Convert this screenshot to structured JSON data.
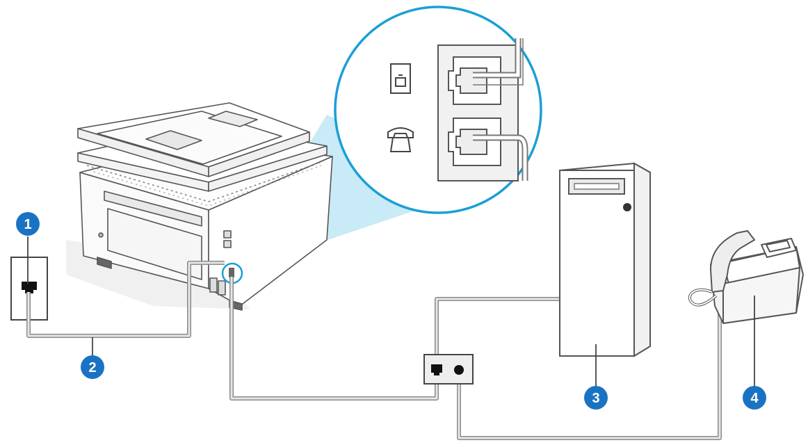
{
  "diagram": {
    "callouts": [
      {
        "label": "1",
        "target": "wall-phone-jack"
      },
      {
        "label": "2",
        "target": "phone-cord"
      },
      {
        "label": "3",
        "target": "computer"
      },
      {
        "label": "4",
        "target": "telephone"
      }
    ],
    "components": {
      "printer": "printer-with-adf",
      "wall_jack": "telephone-wall-jack",
      "splitter": "parallel-splitter",
      "computer": "desktop-tower-computer",
      "telephone": "desk-telephone",
      "inset": "printer-fax-ports-zoom"
    },
    "inset_icons": [
      "line-port-icon",
      "phone-port-icon"
    ],
    "colors": {
      "callout_fill": "#1a73c2",
      "callout_text": "#ffffff",
      "zoom_ring": "#1a9fd6",
      "zoom_beam": "#bfe6f6",
      "line": "#555555",
      "cable": "#9a9a9a"
    }
  }
}
